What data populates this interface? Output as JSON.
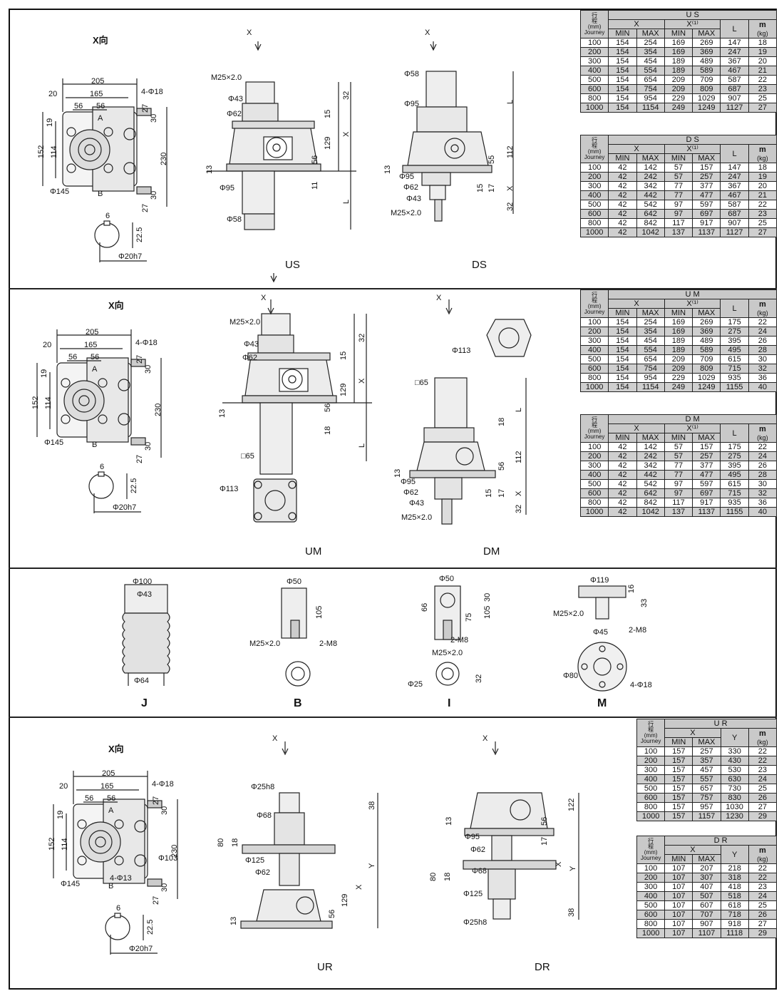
{
  "sections": {
    "s1": {
      "side_title": "X向",
      "cap_left": "US",
      "cap_right": "DS"
    },
    "s2": {
      "side_title": "X向",
      "cap_left": "UM",
      "cap_right": "DM"
    },
    "s3": {
      "cap_j": "J",
      "cap_b": "B",
      "cap_i": "I",
      "cap_m": "M"
    },
    "s4": {
      "side_title": "X向",
      "cap_left": "UR",
      "cap_right": "DR"
    }
  },
  "labels": {
    "side": [
      "205",
      "165",
      "20",
      "56",
      "56",
      "4-Φ18",
      "A",
      "27",
      "19",
      "152",
      "114",
      "30",
      "230",
      "B",
      "30",
      "27",
      "Φ145",
      "6",
      "22.5",
      "Φ20h7"
    ],
    "side4_extra": [
      "Φ103",
      "4-Φ13"
    ],
    "us": [
      "X",
      "M25×2.0",
      "Φ43",
      "Φ62",
      "32",
      "15",
      "X",
      "129",
      "56",
      "13",
      "11",
      "Φ95",
      "L",
      "Φ58"
    ],
    "ds": [
      "X",
      "Φ58",
      "L",
      "Φ95",
      "112",
      "55",
      "13",
      "Φ95",
      "Φ62",
      "15",
      "17",
      "X",
      "Φ43",
      "32",
      "M25×2.0"
    ],
    "um": [
      "X",
      "M25×2.0",
      "Φ43",
      "Φ62",
      "32",
      "15",
      "X",
      "129",
      "56",
      "13",
      "18",
      "L",
      "□65",
      "Φ113"
    ],
    "dm": [
      "X",
      "Φ113",
      "□65",
      "L",
      "18",
      "112",
      "56",
      "13",
      "Φ95",
      "Φ62",
      "15",
      "17",
      "X",
      "Φ43",
      "32",
      "M25×2.0"
    ],
    "j": [
      "Φ100",
      "Φ43",
      "Φ64"
    ],
    "b": [
      "Φ50",
      "105",
      "M25×2.0",
      "2-M8"
    ],
    "i": [
      "Φ50",
      "66",
      "30",
      "75",
      "105",
      "2-M8",
      "M25×2.0",
      "32",
      "Φ25"
    ],
    "m": [
      "Φ119",
      "16",
      "33",
      "M25×2.0",
      "2-M8",
      "Φ45",
      "Φ80",
      "4-Φ18"
    ],
    "ur": [
      "X",
      "Φ25h8",
      "38",
      "Φ68",
      "80",
      "18",
      "Y",
      "Φ125",
      "Φ62",
      "X",
      "129",
      "56",
      "13"
    ],
    "dr": [
      "X",
      "122",
      "13",
      "56",
      "17",
      "Φ95",
      "Φ62",
      "X",
      "Y",
      "Φ68",
      "80",
      "18",
      "Φ125",
      "38",
      "Φ25h8"
    ]
  },
  "tables": {
    "header": {
      "journey": [
        "行",
        "程",
        "(mm)",
        "Journey"
      ],
      "min": "MIN",
      "max": "MAX",
      "x": "X",
      "x1": "X⁽¹⁾",
      "l": "L",
      "y": "Y",
      "m": "m",
      "kg": "(kg)"
    },
    "us": {
      "title": "U S",
      "cols": "xl",
      "rows": [
        [
          "100",
          "154",
          "254",
          "169",
          "269",
          "147",
          "18"
        ],
        [
          "200",
          "154",
          "354",
          "169",
          "369",
          "247",
          "19"
        ],
        [
          "300",
          "154",
          "454",
          "189",
          "489",
          "367",
          "20"
        ],
        [
          "400",
          "154",
          "554",
          "189",
          "589",
          "467",
          "21"
        ],
        [
          "500",
          "154",
          "654",
          "209",
          "709",
          "587",
          "22"
        ],
        [
          "600",
          "154",
          "754",
          "209",
          "809",
          "687",
          "23"
        ],
        [
          "800",
          "154",
          "954",
          "229",
          "1029",
          "907",
          "25"
        ],
        [
          "1000",
          "154",
          "1154",
          "249",
          "1249",
          "1127",
          "27"
        ]
      ]
    },
    "ds": {
      "title": "D S",
      "cols": "xl",
      "rows": [
        [
          "100",
          "42",
          "142",
          "57",
          "157",
          "147",
          "18"
        ],
        [
          "200",
          "42",
          "242",
          "57",
          "257",
          "247",
          "19"
        ],
        [
          "300",
          "42",
          "342",
          "77",
          "377",
          "367",
          "20"
        ],
        [
          "400",
          "42",
          "442",
          "77",
          "477",
          "467",
          "21"
        ],
        [
          "500",
          "42",
          "542",
          "97",
          "597",
          "587",
          "22"
        ],
        [
          "600",
          "42",
          "642",
          "97",
          "697",
          "687",
          "23"
        ],
        [
          "800",
          "42",
          "842",
          "117",
          "917",
          "907",
          "25"
        ],
        [
          "1000",
          "42",
          "1042",
          "137",
          "1137",
          "1127",
          "27"
        ]
      ]
    },
    "um": {
      "title": "U M",
      "cols": "xl",
      "rows": [
        [
          "100",
          "154",
          "254",
          "169",
          "269",
          "175",
          "22"
        ],
        [
          "200",
          "154",
          "354",
          "169",
          "369",
          "275",
          "24"
        ],
        [
          "300",
          "154",
          "454",
          "189",
          "489",
          "395",
          "26"
        ],
        [
          "400",
          "154",
          "554",
          "189",
          "589",
          "495",
          "28"
        ],
        [
          "500",
          "154",
          "654",
          "209",
          "709",
          "615",
          "30"
        ],
        [
          "600",
          "154",
          "754",
          "209",
          "809",
          "715",
          "32"
        ],
        [
          "800",
          "154",
          "954",
          "229",
          "1029",
          "935",
          "36"
        ],
        [
          "1000",
          "154",
          "1154",
          "249",
          "1249",
          "1155",
          "40"
        ]
      ]
    },
    "dm": {
      "title": "D M",
      "cols": "xl",
      "rows": [
        [
          "100",
          "42",
          "142",
          "57",
          "157",
          "175",
          "22"
        ],
        [
          "200",
          "42",
          "242",
          "57",
          "257",
          "275",
          "24"
        ],
        [
          "300",
          "42",
          "342",
          "77",
          "377",
          "395",
          "26"
        ],
        [
          "400",
          "42",
          "442",
          "77",
          "477",
          "495",
          "28"
        ],
        [
          "500",
          "42",
          "542",
          "97",
          "597",
          "615",
          "30"
        ],
        [
          "600",
          "42",
          "642",
          "97",
          "697",
          "715",
          "32"
        ],
        [
          "800",
          "42",
          "842",
          "117",
          "917",
          "935",
          "36"
        ],
        [
          "1000",
          "42",
          "1042",
          "137",
          "1137",
          "1155",
          "40"
        ]
      ]
    },
    "ur": {
      "title": "U R",
      "cols": "y",
      "rows": [
        [
          "100",
          "157",
          "257",
          "330",
          "22"
        ],
        [
          "200",
          "157",
          "357",
          "430",
          "22"
        ],
        [
          "300",
          "157",
          "457",
          "530",
          "23"
        ],
        [
          "400",
          "157",
          "557",
          "630",
          "24"
        ],
        [
          "500",
          "157",
          "657",
          "730",
          "25"
        ],
        [
          "600",
          "157",
          "757",
          "830",
          "26"
        ],
        [
          "800",
          "157",
          "957",
          "1030",
          "27"
        ],
        [
          "1000",
          "157",
          "1157",
          "1230",
          "29"
        ]
      ]
    },
    "dr": {
      "title": "D R",
      "cols": "y",
      "rows": [
        [
          "100",
          "107",
          "207",
          "218",
          "22"
        ],
        [
          "200",
          "107",
          "307",
          "318",
          "22"
        ],
        [
          "300",
          "107",
          "407",
          "418",
          "23"
        ],
        [
          "400",
          "107",
          "507",
          "518",
          "24"
        ],
        [
          "500",
          "107",
          "607",
          "618",
          "25"
        ],
        [
          "600",
          "107",
          "707",
          "718",
          "26"
        ],
        [
          "800",
          "107",
          "907",
          "918",
          "27"
        ],
        [
          "1000",
          "107",
          "1107",
          "1118",
          "29"
        ]
      ]
    }
  }
}
